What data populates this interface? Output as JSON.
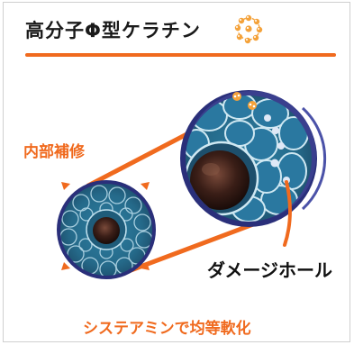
{
  "title": "高分子Φ型ケラチン",
  "labels": {
    "internal_repair": "内部補修",
    "damage_hole": "ダメージホール",
    "bottom_caption": "システアミンで均等軟化"
  },
  "colors": {
    "accent_orange": "#f06a1e",
    "cell_blue": "#2a7191",
    "outer_ring": "#2a2f7a",
    "core_dark": "#2b1713",
    "keratin_dot": "#f4a23a"
  },
  "icons": {
    "keratin": "keratin-molecule-icon",
    "arrows": "expansion-arrow-icon"
  }
}
